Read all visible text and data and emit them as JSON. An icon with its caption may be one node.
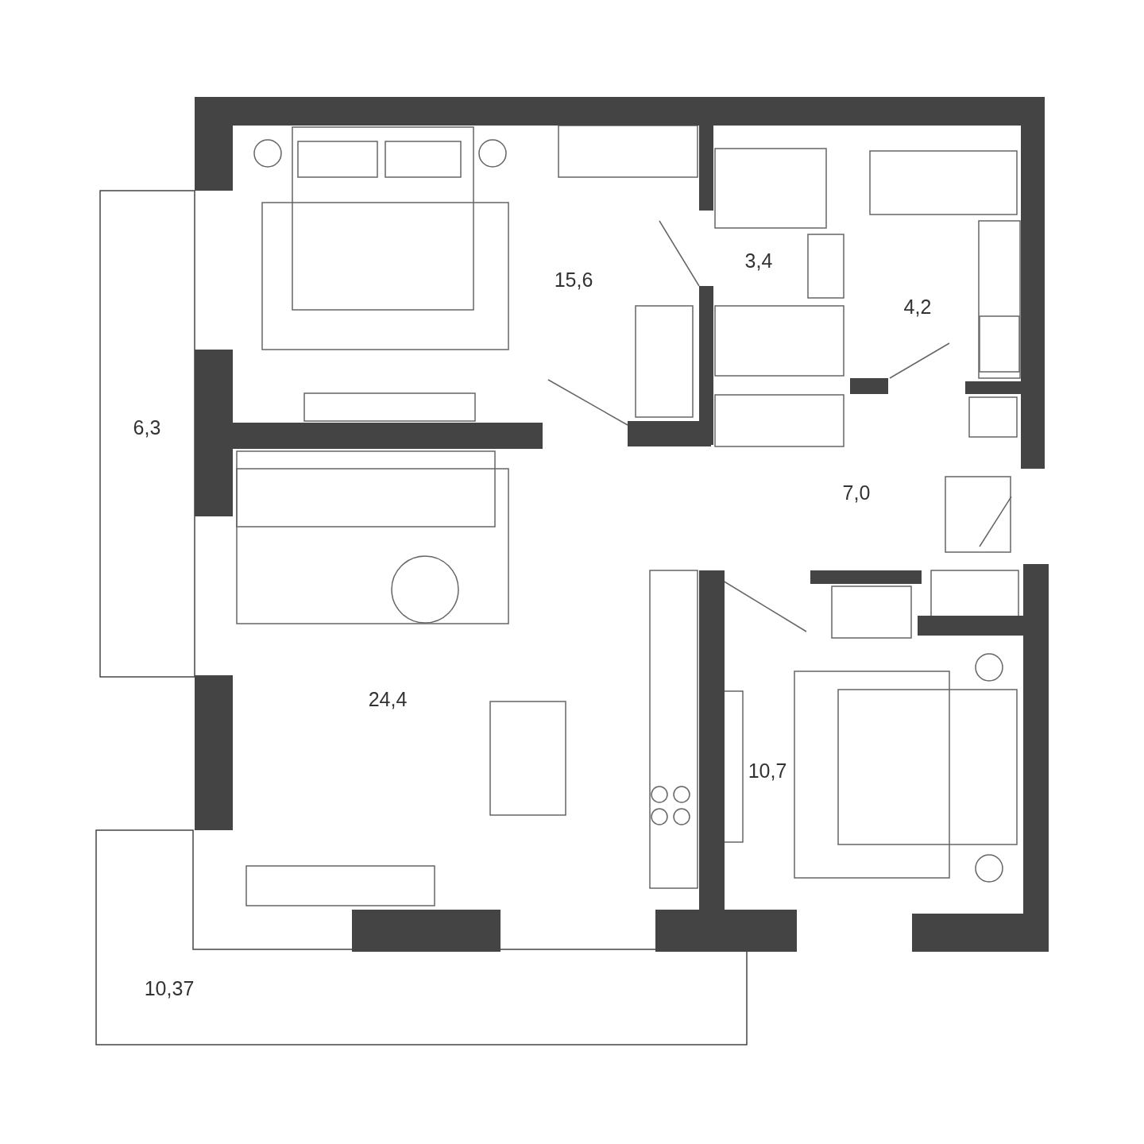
{
  "diagram": {
    "labels": [
      "3,4",
      "15,6",
      "4,2",
      "6,3",
      "7,0",
      "24,4",
      "10,7",
      "10,37"
    ]
  }
}
